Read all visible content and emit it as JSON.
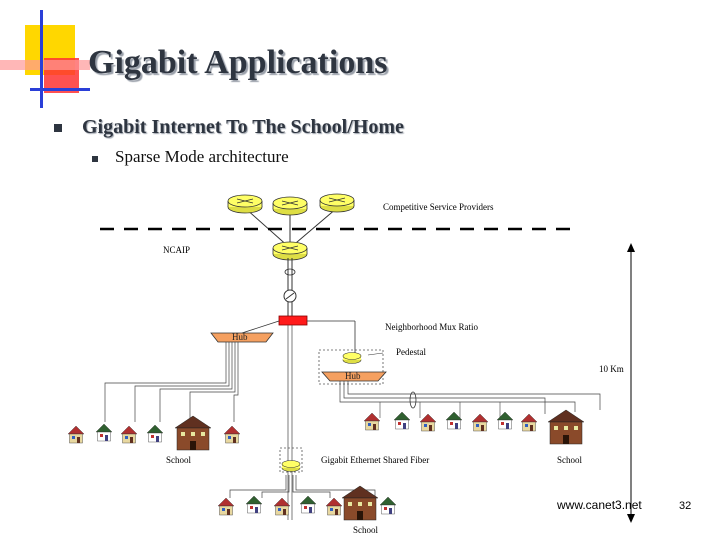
{
  "slide": {
    "title": "Gigabit Applications",
    "bullet1": "Gigabit Internet To The School/Home",
    "bullet2": "Sparse Mode architecture",
    "page_number": "32",
    "url": "www.canet3.net"
  },
  "diagram": {
    "providers_label": "Competitive Service Providers",
    "ncaip_label": "NCAIP",
    "mux_label": "Neighborhood Mux Ratio",
    "pedestal_label": "Pedestal",
    "distance_label": "10 Km",
    "hub_left": "Hub",
    "hub_right": "Hub",
    "school_left": "School",
    "school_right": "School",
    "school_bottom": "School",
    "fiber_label": "Gigabit Ethernet Shared Fiber"
  },
  "colors": {
    "accent_yellow": "#ffd700",
    "accent_red": "#ff2020",
    "accent_blue": "#2a3fd8",
    "hub_orange": "#f5a060",
    "router_yellow": "#ffff66"
  }
}
